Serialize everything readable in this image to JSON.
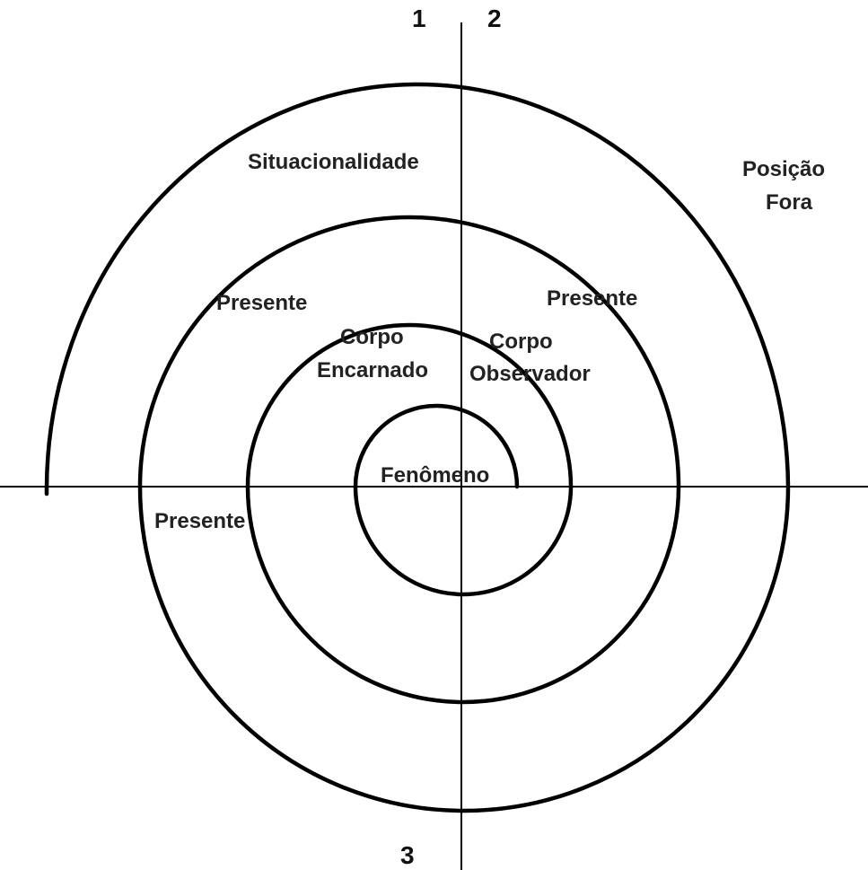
{
  "quadrant_numbers": {
    "q1": "1",
    "q2": "2",
    "q3": "3"
  },
  "labels": {
    "situacionalidade": "Situacionalidade",
    "posicao": "Posição",
    "fora": "Fora",
    "presente_outer_left": "Presente",
    "presente_right": "Presente",
    "presente_lower_left": "Presente",
    "corpo_left": "Corpo",
    "encarnado": "Encarnado",
    "corpo_right": "Corpo",
    "observador": "Observador",
    "fenomeno": "Fenômeno"
  },
  "colors": {
    "lines": "#000000",
    "text": "#222222",
    "background": "#ffffff"
  }
}
